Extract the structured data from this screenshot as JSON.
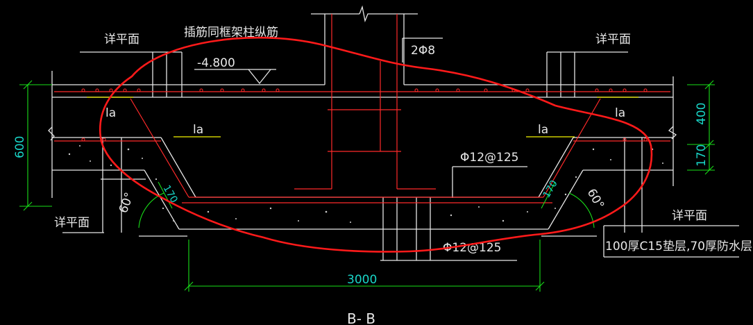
{
  "drawing": {
    "section_title": "B- B",
    "labels": {
      "detail_left_top": "详平面",
      "detail_right_top": "详平面",
      "detail_left_bottom": "详平面",
      "detail_right_bottom": "详平面",
      "column_rebar_note": "插筋同框架柱纵筋",
      "elevation": "-4.800",
      "stirrup_rebar": "2Φ8",
      "top_rebar": "Φ12@125",
      "bottom_rebar": "Φ12@125",
      "cushion_note": "100厚C15垫层,70厚防水层",
      "anchor_la_1": "la",
      "anchor_la_2": "la",
      "anchor_la_3": "la",
      "anchor_la_4": "la",
      "slope_left_angle": "60°",
      "slope_right_angle": "60°",
      "slope_left_thk": "170",
      "slope_right_thk": "170"
    },
    "dimensions": {
      "left_height": "600",
      "right_upper": "400",
      "right_lower": "170",
      "bottom_width": "3000"
    }
  },
  "colors": {
    "background": "#000000",
    "rebar": "#ff2a2a",
    "concrete": "#e8e8e8",
    "dimension": "#19e019",
    "dim_text": "#19d6c8",
    "annotation_yellow": "#f2f200",
    "markup_circle": "#ff1a1a"
  }
}
